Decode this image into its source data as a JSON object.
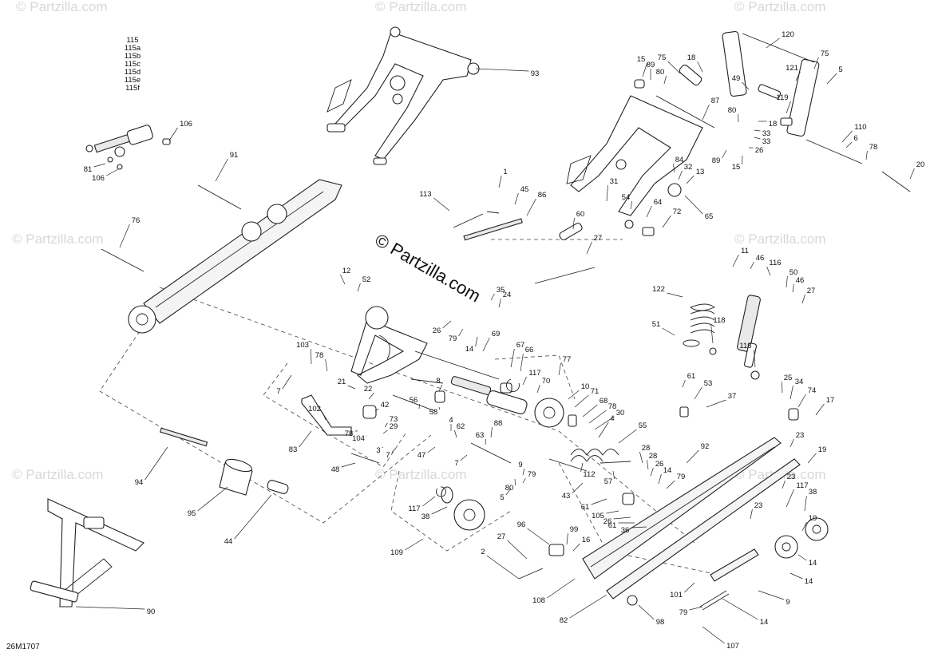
{
  "diagram": {
    "document_code": "26M1707",
    "watermark_main": "© Partzilla.com",
    "watermark_faint": "© Partzilla.com",
    "callouts": [
      {
        "id": "c115",
        "text": "115"
      },
      {
        "id": "c115a",
        "text": "115a"
      },
      {
        "id": "c115b",
        "text": "115b"
      },
      {
        "id": "c115c",
        "text": "115c"
      },
      {
        "id": "c115d",
        "text": "115d"
      },
      {
        "id": "c115e",
        "text": "115e"
      },
      {
        "id": "c115f",
        "text": "115f"
      },
      {
        "id": "c106a",
        "text": "106"
      },
      {
        "id": "c81",
        "text": "81"
      },
      {
        "id": "c106b",
        "text": "106"
      },
      {
        "id": "c93",
        "text": "93"
      },
      {
        "id": "c91",
        "text": "91"
      },
      {
        "id": "c76",
        "text": "76"
      },
      {
        "id": "c120",
        "text": "120"
      },
      {
        "id": "c75a",
        "text": "75"
      },
      {
        "id": "c15a",
        "text": "15"
      },
      {
        "id": "c89a",
        "text": "89"
      },
      {
        "id": "c75b",
        "text": "75"
      },
      {
        "id": "c18a",
        "text": "18"
      },
      {
        "id": "c80a",
        "text": "80"
      },
      {
        "id": "c121",
        "text": "121"
      },
      {
        "id": "c5a",
        "text": "5"
      },
      {
        "id": "c49",
        "text": "49"
      },
      {
        "id": "c87",
        "text": "87"
      },
      {
        "id": "c119",
        "text": "119"
      },
      {
        "id": "c80b",
        "text": "80"
      },
      {
        "id": "c18b",
        "text": "18"
      },
      {
        "id": "c33a",
        "text": "33"
      },
      {
        "id": "c33b",
        "text": "33"
      },
      {
        "id": "c26a",
        "text": "26"
      },
      {
        "id": "c89b",
        "text": "89"
      },
      {
        "id": "c15b",
        "text": "15"
      },
      {
        "id": "c110",
        "text": "110"
      },
      {
        "id": "c6",
        "text": "6"
      },
      {
        "id": "c78a",
        "text": "78"
      },
      {
        "id": "c20",
        "text": "20"
      },
      {
        "id": "c84",
        "text": "84"
      },
      {
        "id": "c32",
        "text": "32"
      },
      {
        "id": "c13",
        "text": "13"
      },
      {
        "id": "c65",
        "text": "65"
      },
      {
        "id": "c31",
        "text": "31"
      },
      {
        "id": "c54",
        "text": "54"
      },
      {
        "id": "c64",
        "text": "64"
      },
      {
        "id": "c72",
        "text": "72"
      },
      {
        "id": "c1",
        "text": "1"
      },
      {
        "id": "c113",
        "text": "113"
      },
      {
        "id": "c45",
        "text": "45"
      },
      {
        "id": "c86",
        "text": "86"
      },
      {
        "id": "c60",
        "text": "60"
      },
      {
        "id": "c27a",
        "text": "27"
      },
      {
        "id": "c11",
        "text": "11"
      },
      {
        "id": "c46a",
        "text": "46"
      },
      {
        "id": "c116",
        "text": "116"
      },
      {
        "id": "c50",
        "text": "50"
      },
      {
        "id": "c46b",
        "text": "46"
      },
      {
        "id": "c27b",
        "text": "27"
      },
      {
        "id": "c122",
        "text": "122"
      },
      {
        "id": "c51",
        "text": "51"
      },
      {
        "id": "c118a",
        "text": "118"
      },
      {
        "id": "c118b",
        "text": "118"
      },
      {
        "id": "c12",
        "text": "12"
      },
      {
        "id": "c52",
        "text": "52"
      },
      {
        "id": "c35",
        "text": "35"
      },
      {
        "id": "c24",
        "text": "24"
      },
      {
        "id": "c26b",
        "text": "26"
      },
      {
        "id": "c79a",
        "text": "79"
      },
      {
        "id": "c14a",
        "text": "14"
      },
      {
        "id": "c69",
        "text": "69"
      },
      {
        "id": "c103",
        "text": "103"
      },
      {
        "id": "c78b",
        "text": "78"
      },
      {
        "id": "c7a",
        "text": "7"
      },
      {
        "id": "c21",
        "text": "21"
      },
      {
        "id": "c67",
        "text": "67"
      },
      {
        "id": "c66",
        "text": "66"
      },
      {
        "id": "c77",
        "text": "77"
      },
      {
        "id": "c117a",
        "text": "117"
      },
      {
        "id": "c70",
        "text": "70"
      },
      {
        "id": "c8",
        "text": "8"
      },
      {
        "id": "c22",
        "text": "22"
      },
      {
        "id": "c42",
        "text": "42"
      },
      {
        "id": "c56",
        "text": "56"
      },
      {
        "id": "c58",
        "text": "58"
      },
      {
        "id": "c102",
        "text": "102"
      },
      {
        "id": "c73",
        "text": "73"
      },
      {
        "id": "c29",
        "text": "29"
      },
      {
        "id": "c78c",
        "text": "78"
      },
      {
        "id": "c104",
        "text": "104"
      },
      {
        "id": "c3",
        "text": "3"
      },
      {
        "id": "c7b",
        "text": "7"
      },
      {
        "id": "c83",
        "text": "83"
      },
      {
        "id": "c48",
        "text": "48"
      },
      {
        "id": "c4a",
        "text": "4"
      },
      {
        "id": "c62",
        "text": "62"
      },
      {
        "id": "c47",
        "text": "47"
      },
      {
        "id": "c7c",
        "text": "7"
      },
      {
        "id": "c88",
        "text": "88"
      },
      {
        "id": "c63",
        "text": "63"
      },
      {
        "id": "c10",
        "text": "10"
      },
      {
        "id": "c71",
        "text": "71"
      },
      {
        "id": "c68",
        "text": "68"
      },
      {
        "id": "c78d",
        "text": "78"
      },
      {
        "id": "c30",
        "text": "30"
      },
      {
        "id": "c4b",
        "text": "4"
      },
      {
        "id": "c55",
        "text": "55"
      },
      {
        "id": "c61a",
        "text": "61"
      },
      {
        "id": "c53",
        "text": "53"
      },
      {
        "id": "c37",
        "text": "37"
      },
      {
        "id": "c25",
        "text": "25"
      },
      {
        "id": "c34",
        "text": "34"
      },
      {
        "id": "c74",
        "text": "74"
      },
      {
        "id": "c17",
        "text": "17"
      },
      {
        "id": "c23a",
        "text": "23"
      },
      {
        "id": "c92",
        "text": "92"
      },
      {
        "id": "c28a",
        "text": "28"
      },
      {
        "id": "c28b",
        "text": "28"
      },
      {
        "id": "c26c",
        "text": "26"
      },
      {
        "id": "c14b",
        "text": "14"
      },
      {
        "id": "c79b",
        "text": "79"
      },
      {
        "id": "c19a",
        "text": "19"
      },
      {
        "id": "c23b",
        "text": "23"
      },
      {
        "id": "c9a",
        "text": "9"
      },
      {
        "id": "c79c",
        "text": "79"
      },
      {
        "id": "c112",
        "text": "112"
      },
      {
        "id": "c57",
        "text": "57"
      },
      {
        "id": "c5b",
        "text": "5"
      },
      {
        "id": "c80c",
        "text": "80"
      },
      {
        "id": "c43",
        "text": "43"
      },
      {
        "id": "c94",
        "text": "94"
      },
      {
        "id": "c95",
        "text": "95"
      },
      {
        "id": "c44",
        "text": "44"
      },
      {
        "id": "c117b",
        "text": "117"
      },
      {
        "id": "c38a",
        "text": "38"
      },
      {
        "id": "c61b",
        "text": "61"
      },
      {
        "id": "c105",
        "text": "105"
      },
      {
        "id": "c26d",
        "text": "26"
      },
      {
        "id": "c61c",
        "text": "61"
      },
      {
        "id": "c36",
        "text": "36"
      },
      {
        "id": "c117c",
        "text": "117"
      },
      {
        "id": "c38b",
        "text": "38"
      },
      {
        "id": "c23c",
        "text": "23"
      },
      {
        "id": "c19b",
        "text": "19"
      },
      {
        "id": "c96",
        "text": "96"
      },
      {
        "id": "c99",
        "text": "99"
      },
      {
        "id": "c16",
        "text": "16"
      },
      {
        "id": "c27c",
        "text": "27"
      },
      {
        "id": "c109",
        "text": "109"
      },
      {
        "id": "c2",
        "text": "2"
      },
      {
        "id": "c14c",
        "text": "14"
      },
      {
        "id": "c14d",
        "text": "14"
      },
      {
        "id": "c108",
        "text": "108"
      },
      {
        "id": "c101",
        "text": "101"
      },
      {
        "id": "c9b",
        "text": "9"
      },
      {
        "id": "c79d",
        "text": "79"
      },
      {
        "id": "c82",
        "text": "82"
      },
      {
        "id": "c98",
        "text": "98"
      },
      {
        "id": "c14e",
        "text": "14"
      },
      {
        "id": "c107",
        "text": "107"
      },
      {
        "id": "c90",
        "text": "90"
      }
    ]
  }
}
